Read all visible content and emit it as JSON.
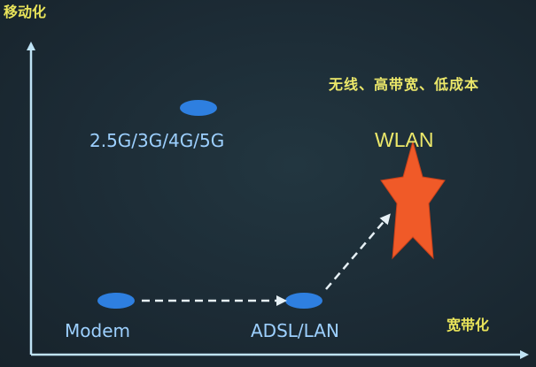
{
  "axes": {
    "y_label": "移动化",
    "x_label": "宽带化"
  },
  "tagline": "无线、高带宽、低成本",
  "nodes": {
    "mobile": {
      "label": "2.5G/3G/4G/5G"
    },
    "modem": {
      "label": "Modem"
    },
    "adsl": {
      "label": "ADSL/LAN"
    },
    "wlan": {
      "label": "WLAN"
    }
  },
  "colors": {
    "axis": "#bfe3f5",
    "node_fill": "#2e7fe0",
    "node_text": "#9dd0ff",
    "label_yellow": "#e9e45a",
    "star_fill": "#f05a28",
    "arrow_dash": "#e6f0f5"
  }
}
